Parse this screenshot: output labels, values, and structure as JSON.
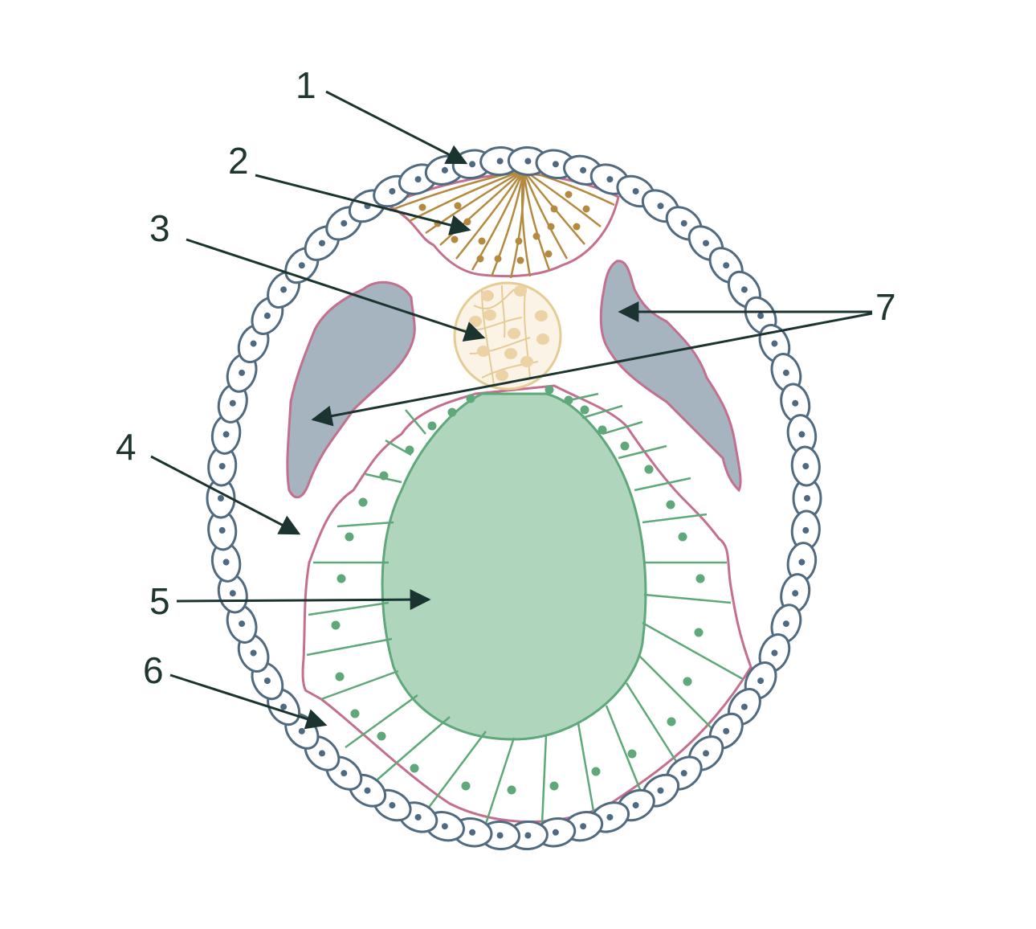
{
  "labels": {
    "l1": "1",
    "l2": "2",
    "l3": "3",
    "l4": "4",
    "l5": "5",
    "l6": "6",
    "l7": "7"
  },
  "colors": {
    "trophoblast_stroke": "#506a80",
    "trophoblast_nucleus": "#4f6a80",
    "ectoderm_stroke": "#b38a3f",
    "ectoderm_nucleus": "#b38a3f",
    "cord_fill": "#fbf4e6",
    "cord_stroke": "#e5cb94",
    "cord_nucleus": "#ecd2a5",
    "endoderm_stroke": "#5ea879",
    "endoderm_nucleus": "#5ea879",
    "cavity_fill": "#afd6bd",
    "mesoderm_stroke": "#c3708f",
    "mesoderm_fill": "#a6b4bf",
    "arrow": "#1c3430"
  }
}
